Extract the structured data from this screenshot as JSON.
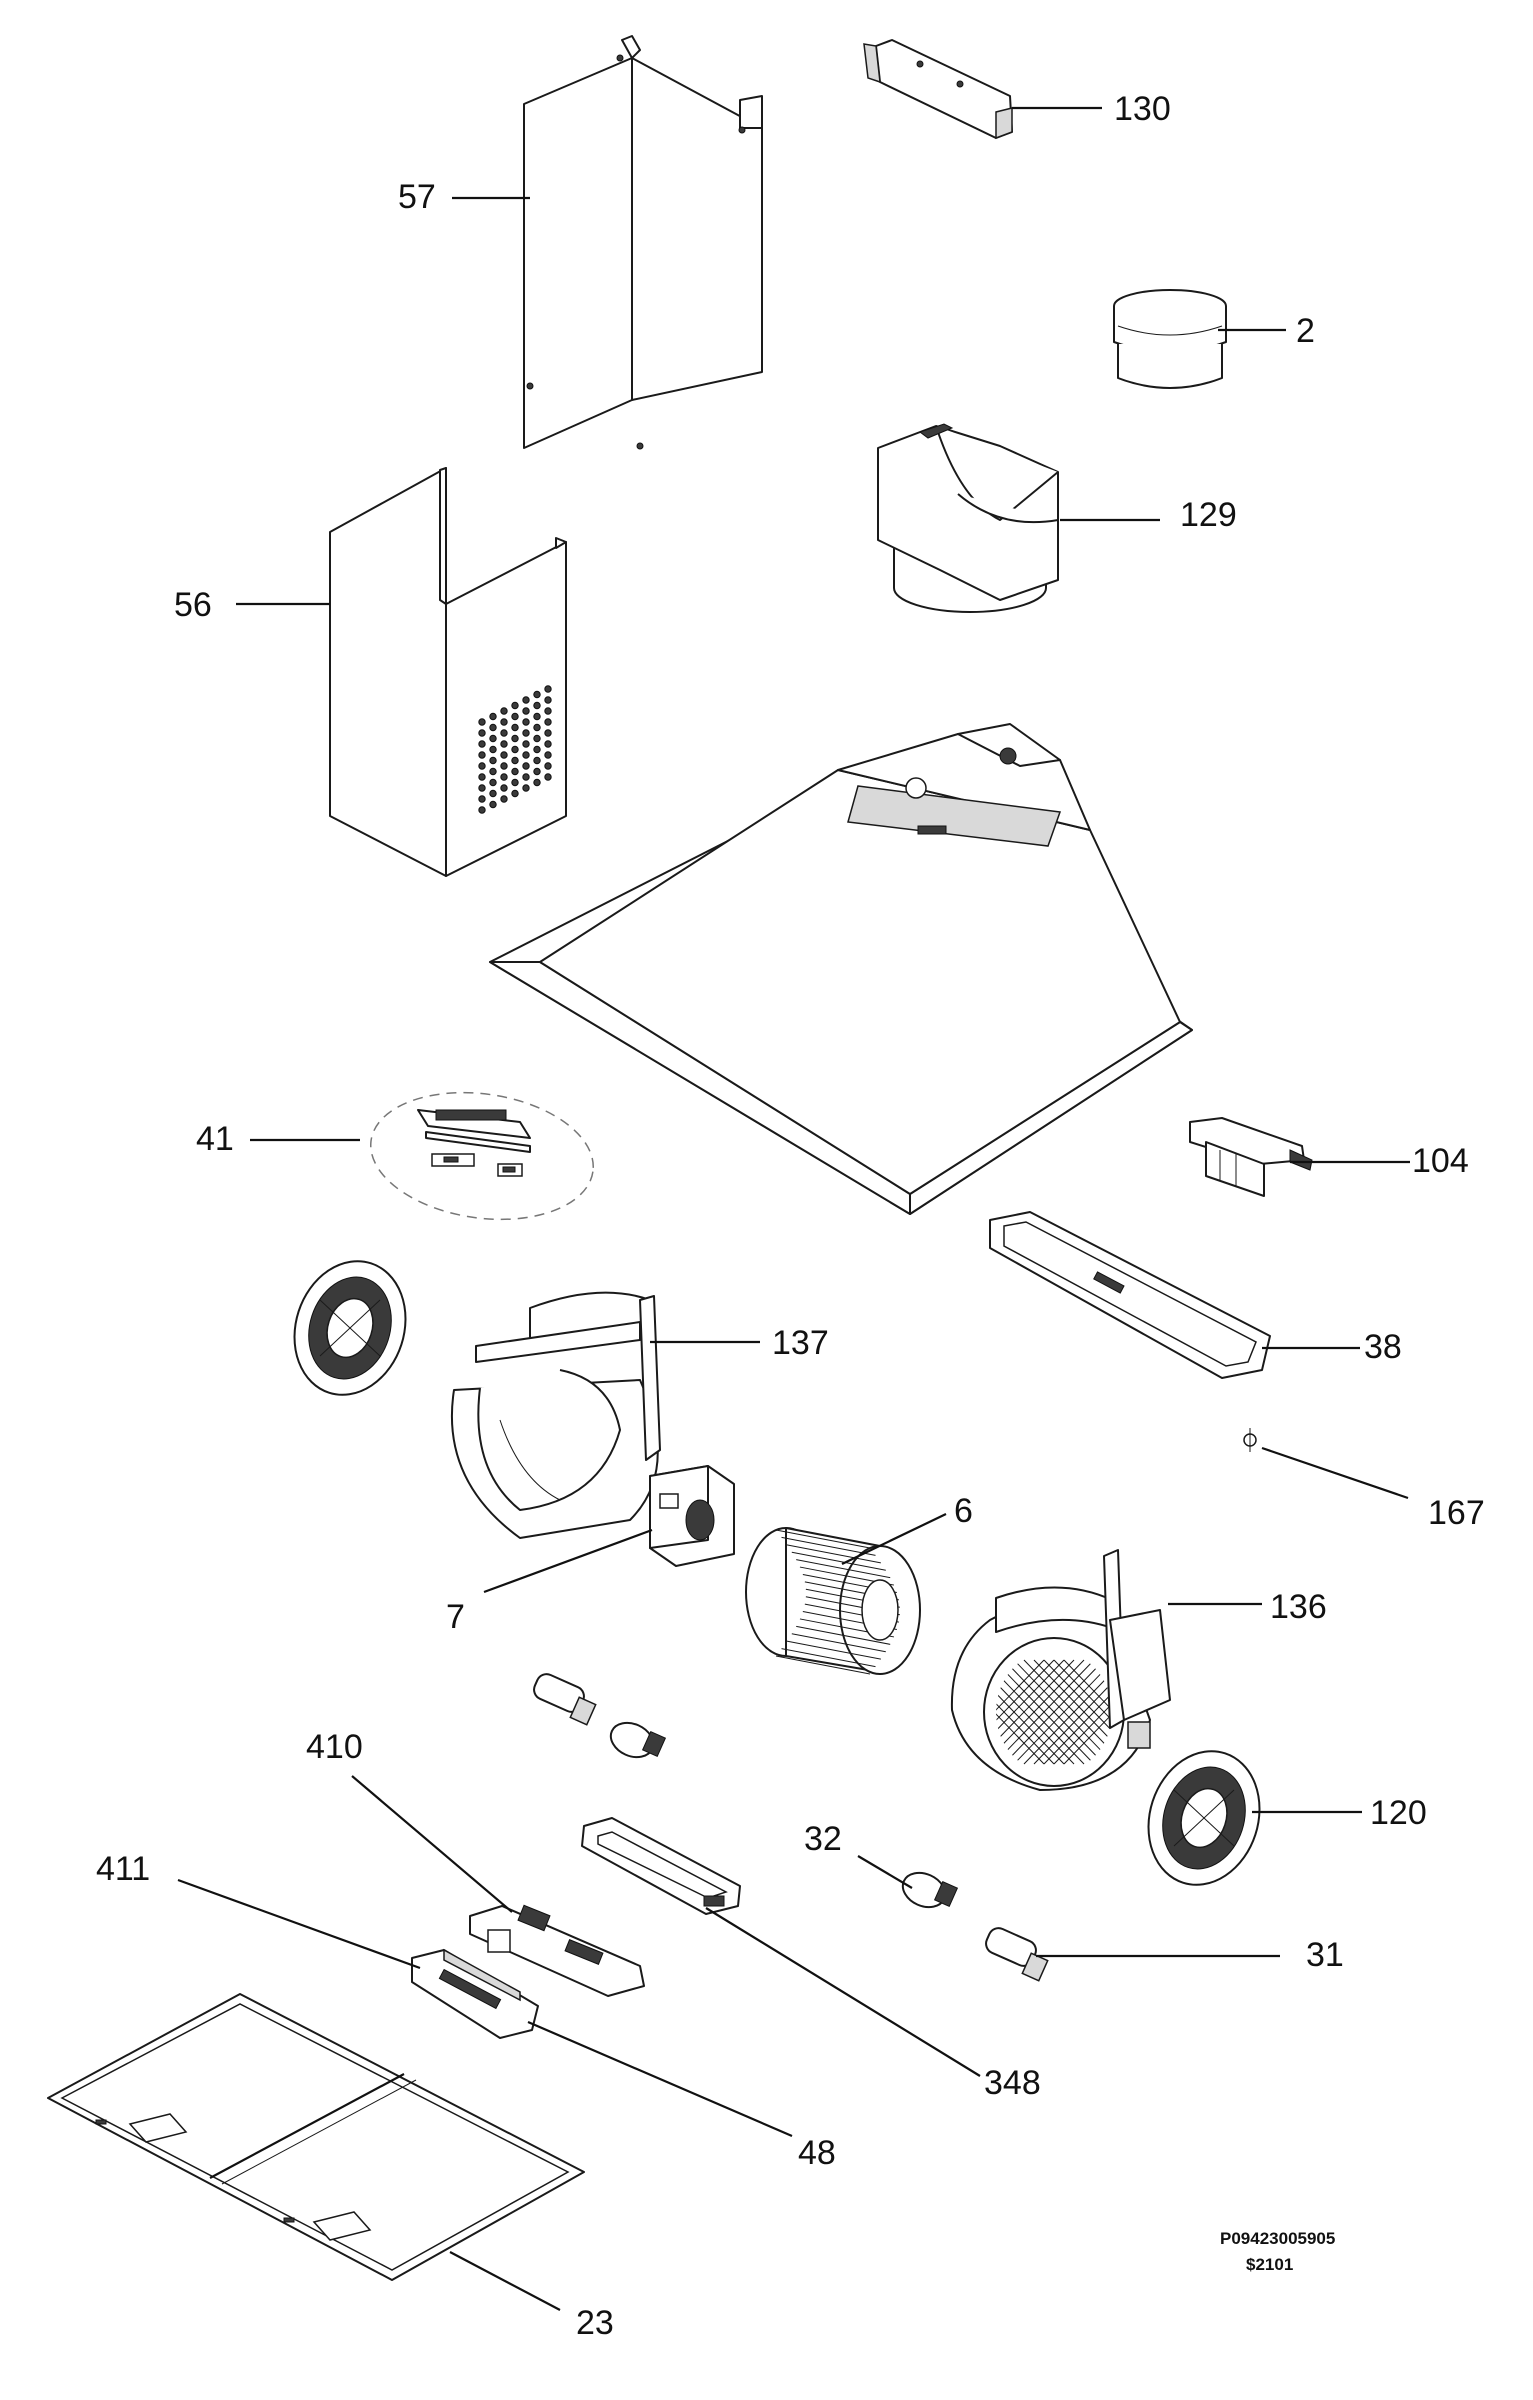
{
  "callouts": {
    "c130": "130",
    "c57": "57",
    "c2": "2",
    "c129": "129",
    "c56": "56",
    "c41": "41",
    "c104": "104",
    "c38": "38",
    "c137": "137",
    "c167": "167",
    "c6": "6",
    "c7": "7",
    "c136": "136",
    "c410": "410",
    "c120": "120",
    "c32": "32",
    "c411": "411",
    "c31": "31",
    "c348": "348",
    "c48": "48",
    "c23": "23"
  },
  "footer": {
    "code": "P09423005905",
    "revision": "$2101"
  }
}
